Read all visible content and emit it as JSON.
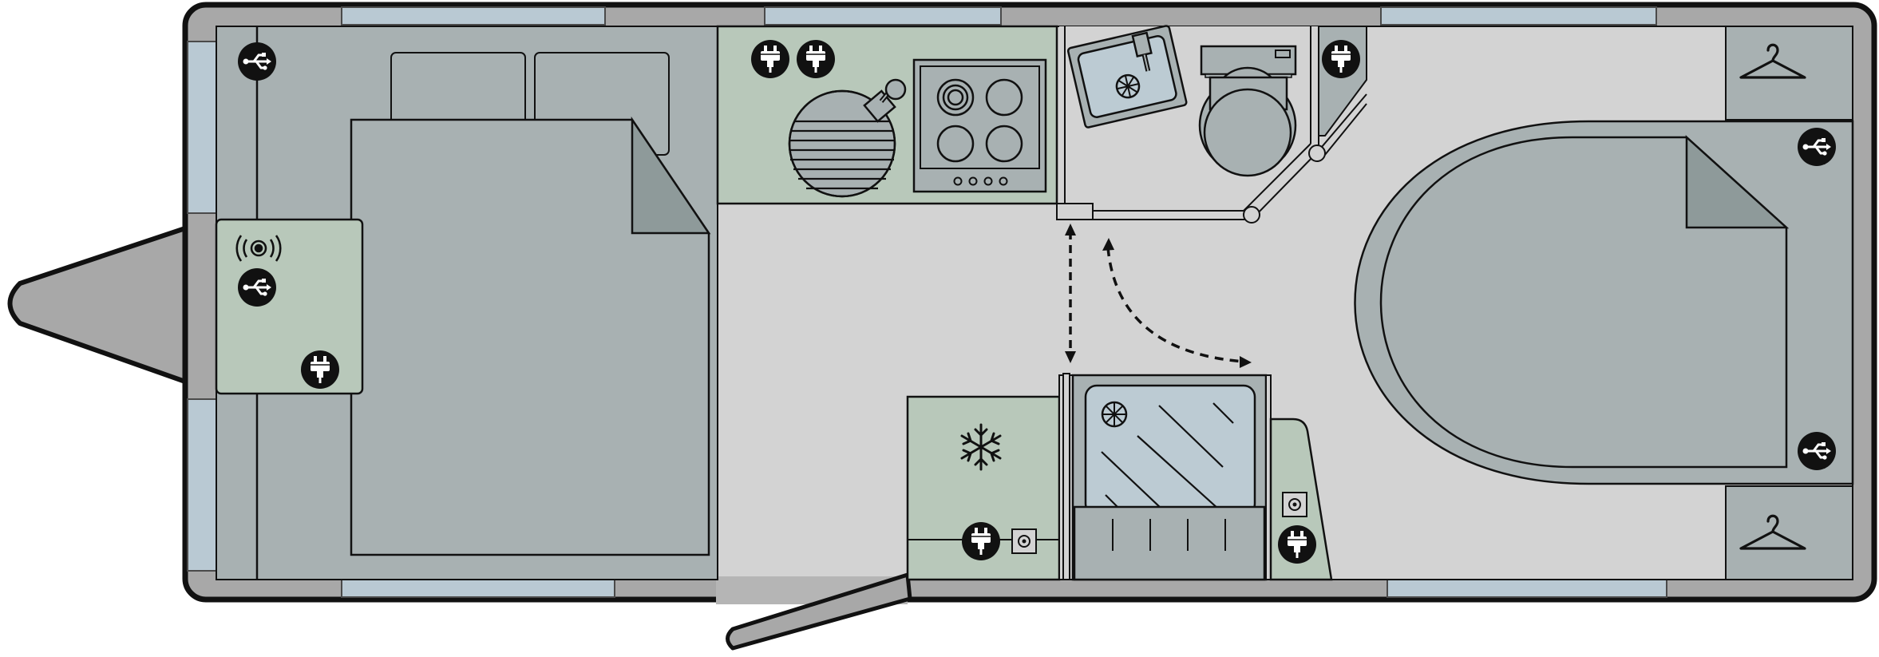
{
  "colors": {
    "background": "#ffffff",
    "body": "#a8a8a8",
    "outline": "#1a1a1a",
    "floor": "#d3d3d3",
    "furniture": "#a8b1b2",
    "furniture_dark": "#8e9a9a",
    "worktop": "#b8c8ba",
    "window": "#b9c9d3",
    "shower_tray": "#bccbd3",
    "socket_fill": "#111111",
    "socket_glyph": "#ffffff"
  },
  "icons": {
    "usb": "usb-icon",
    "mains": "mains-socket-icon",
    "tv": "tv-aerial-icon",
    "wardrobe": "coat-hanger-icon",
    "fridge": "snowflake-icon",
    "hob": "gas-hob-icon",
    "sink": "sink-icon",
    "toilet": "toilet-icon",
    "shower": "shower-tray-icon",
    "door_swing": "door-swing-arrow-icon"
  },
  "rooms": {
    "front_lounge": "front-double-bed",
    "kitchen": "kitchen",
    "washroom": "washroom",
    "rear_bedroom": "island-bed"
  }
}
